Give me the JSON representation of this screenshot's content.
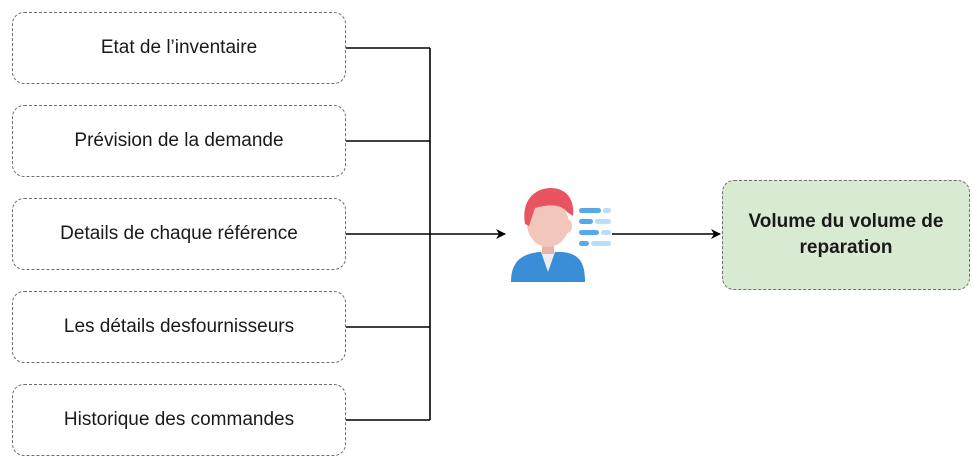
{
  "inputs": [
    {
      "label": "Etat de l’inventaire"
    },
    {
      "label": "Prévision de la demande"
    },
    {
      "label": "Details de chaque référence"
    },
    {
      "label": "Les détails desfournisseurs"
    },
    {
      "label": "Historique des commandes"
    }
  ],
  "output": {
    "label": "Volume du volume de reparation",
    "fill_color": "#d9ead3"
  },
  "icons": {
    "center": "analyst-with-report-icon"
  },
  "colors": {
    "hair": "#e8545f",
    "skin": "#f3c6bc",
    "suit": "#3a8ed8",
    "shirt": "#eeeeee",
    "doc_lines": "#57a9ea",
    "connector": "#000000",
    "box_border": "#6e6e6e"
  }
}
